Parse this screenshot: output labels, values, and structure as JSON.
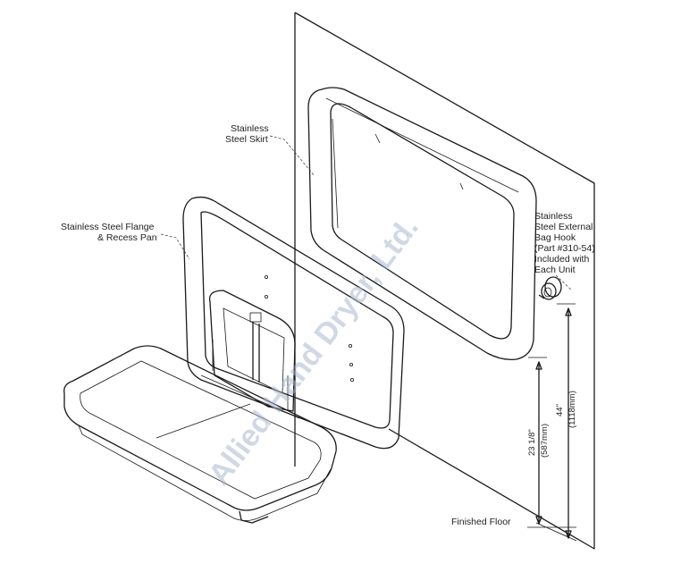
{
  "labels": {
    "skirt_line1": "Stainless",
    "skirt_line2": "Steel Skirt",
    "flange_line1": "Stainless Steel Flange",
    "flange_line2": "& Recess Pan",
    "hook_line1": "Stainless",
    "hook_line2": "Steel External",
    "hook_line3": "Bag Hook",
    "hook_line4": "(Part #310-54)",
    "hook_line5": "Included with",
    "hook_line6": "Each Unit",
    "floor": "Finished Floor"
  },
  "dimensions": {
    "height_fraction": "23 1/8\"",
    "height_fraction_mm": "(587mm)",
    "height_total": "44\"",
    "height_total_mm": "(1118mm)"
  },
  "watermark": "Allied Hand Dryer, Ltd.",
  "colors": {
    "line": "#1a1a1a",
    "watermark": "#a9b8cf"
  }
}
